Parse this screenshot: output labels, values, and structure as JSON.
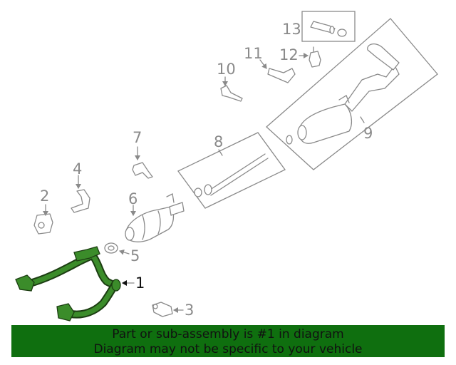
{
  "callouts": [
    {
      "id": "1",
      "label": "1",
      "highlighted": true
    },
    {
      "id": "2",
      "label": "2"
    },
    {
      "id": "3",
      "label": "3"
    },
    {
      "id": "4",
      "label": "4"
    },
    {
      "id": "5",
      "label": "5"
    },
    {
      "id": "6",
      "label": "6"
    },
    {
      "id": "7",
      "label": "7"
    },
    {
      "id": "8",
      "label": "8"
    },
    {
      "id": "9",
      "label": "9"
    },
    {
      "id": "10",
      "label": "10"
    },
    {
      "id": "11",
      "label": "11"
    },
    {
      "id": "12",
      "label": "12"
    },
    {
      "id": "13",
      "label": "13"
    }
  ],
  "banner": {
    "line1": "Part or sub-assembly is #1 in diagram",
    "line2": "Diagram may not be specific to your vehicle"
  },
  "colors": {
    "highlight_part": "#2d7d1f",
    "banner_bg": "#0f6f0f",
    "line_gray": "#8a8a8a"
  }
}
